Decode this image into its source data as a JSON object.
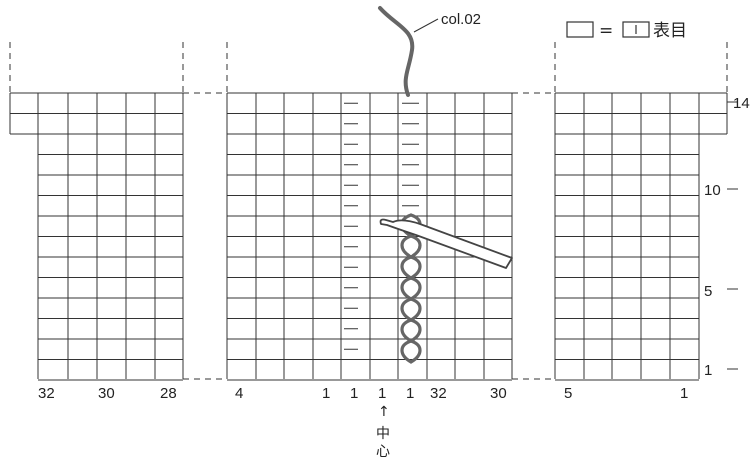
{
  "yarn_label": "col.02",
  "legend": {
    "equals": "=",
    "symbol_text": "表目"
  },
  "row_numbers": [
    "1",
    "5",
    "10",
    "14"
  ],
  "bottom_labels": {
    "left_panel": [
      "32",
      "30",
      "28"
    ],
    "center_left": [
      "4",
      "1"
    ],
    "center_middle": [
      "1",
      "1",
      "1"
    ],
    "center_right": [
      "32",
      "30"
    ],
    "right_panel": [
      "5",
      "1"
    ]
  },
  "center_marker": {
    "arrow": "↑",
    "char1": "中",
    "char2": "心"
  },
  "purl_symbol": "—",
  "colors": {
    "grid_line": "#333333",
    "chain_stitch": "#666666",
    "hook_outline": "#444444"
  }
}
